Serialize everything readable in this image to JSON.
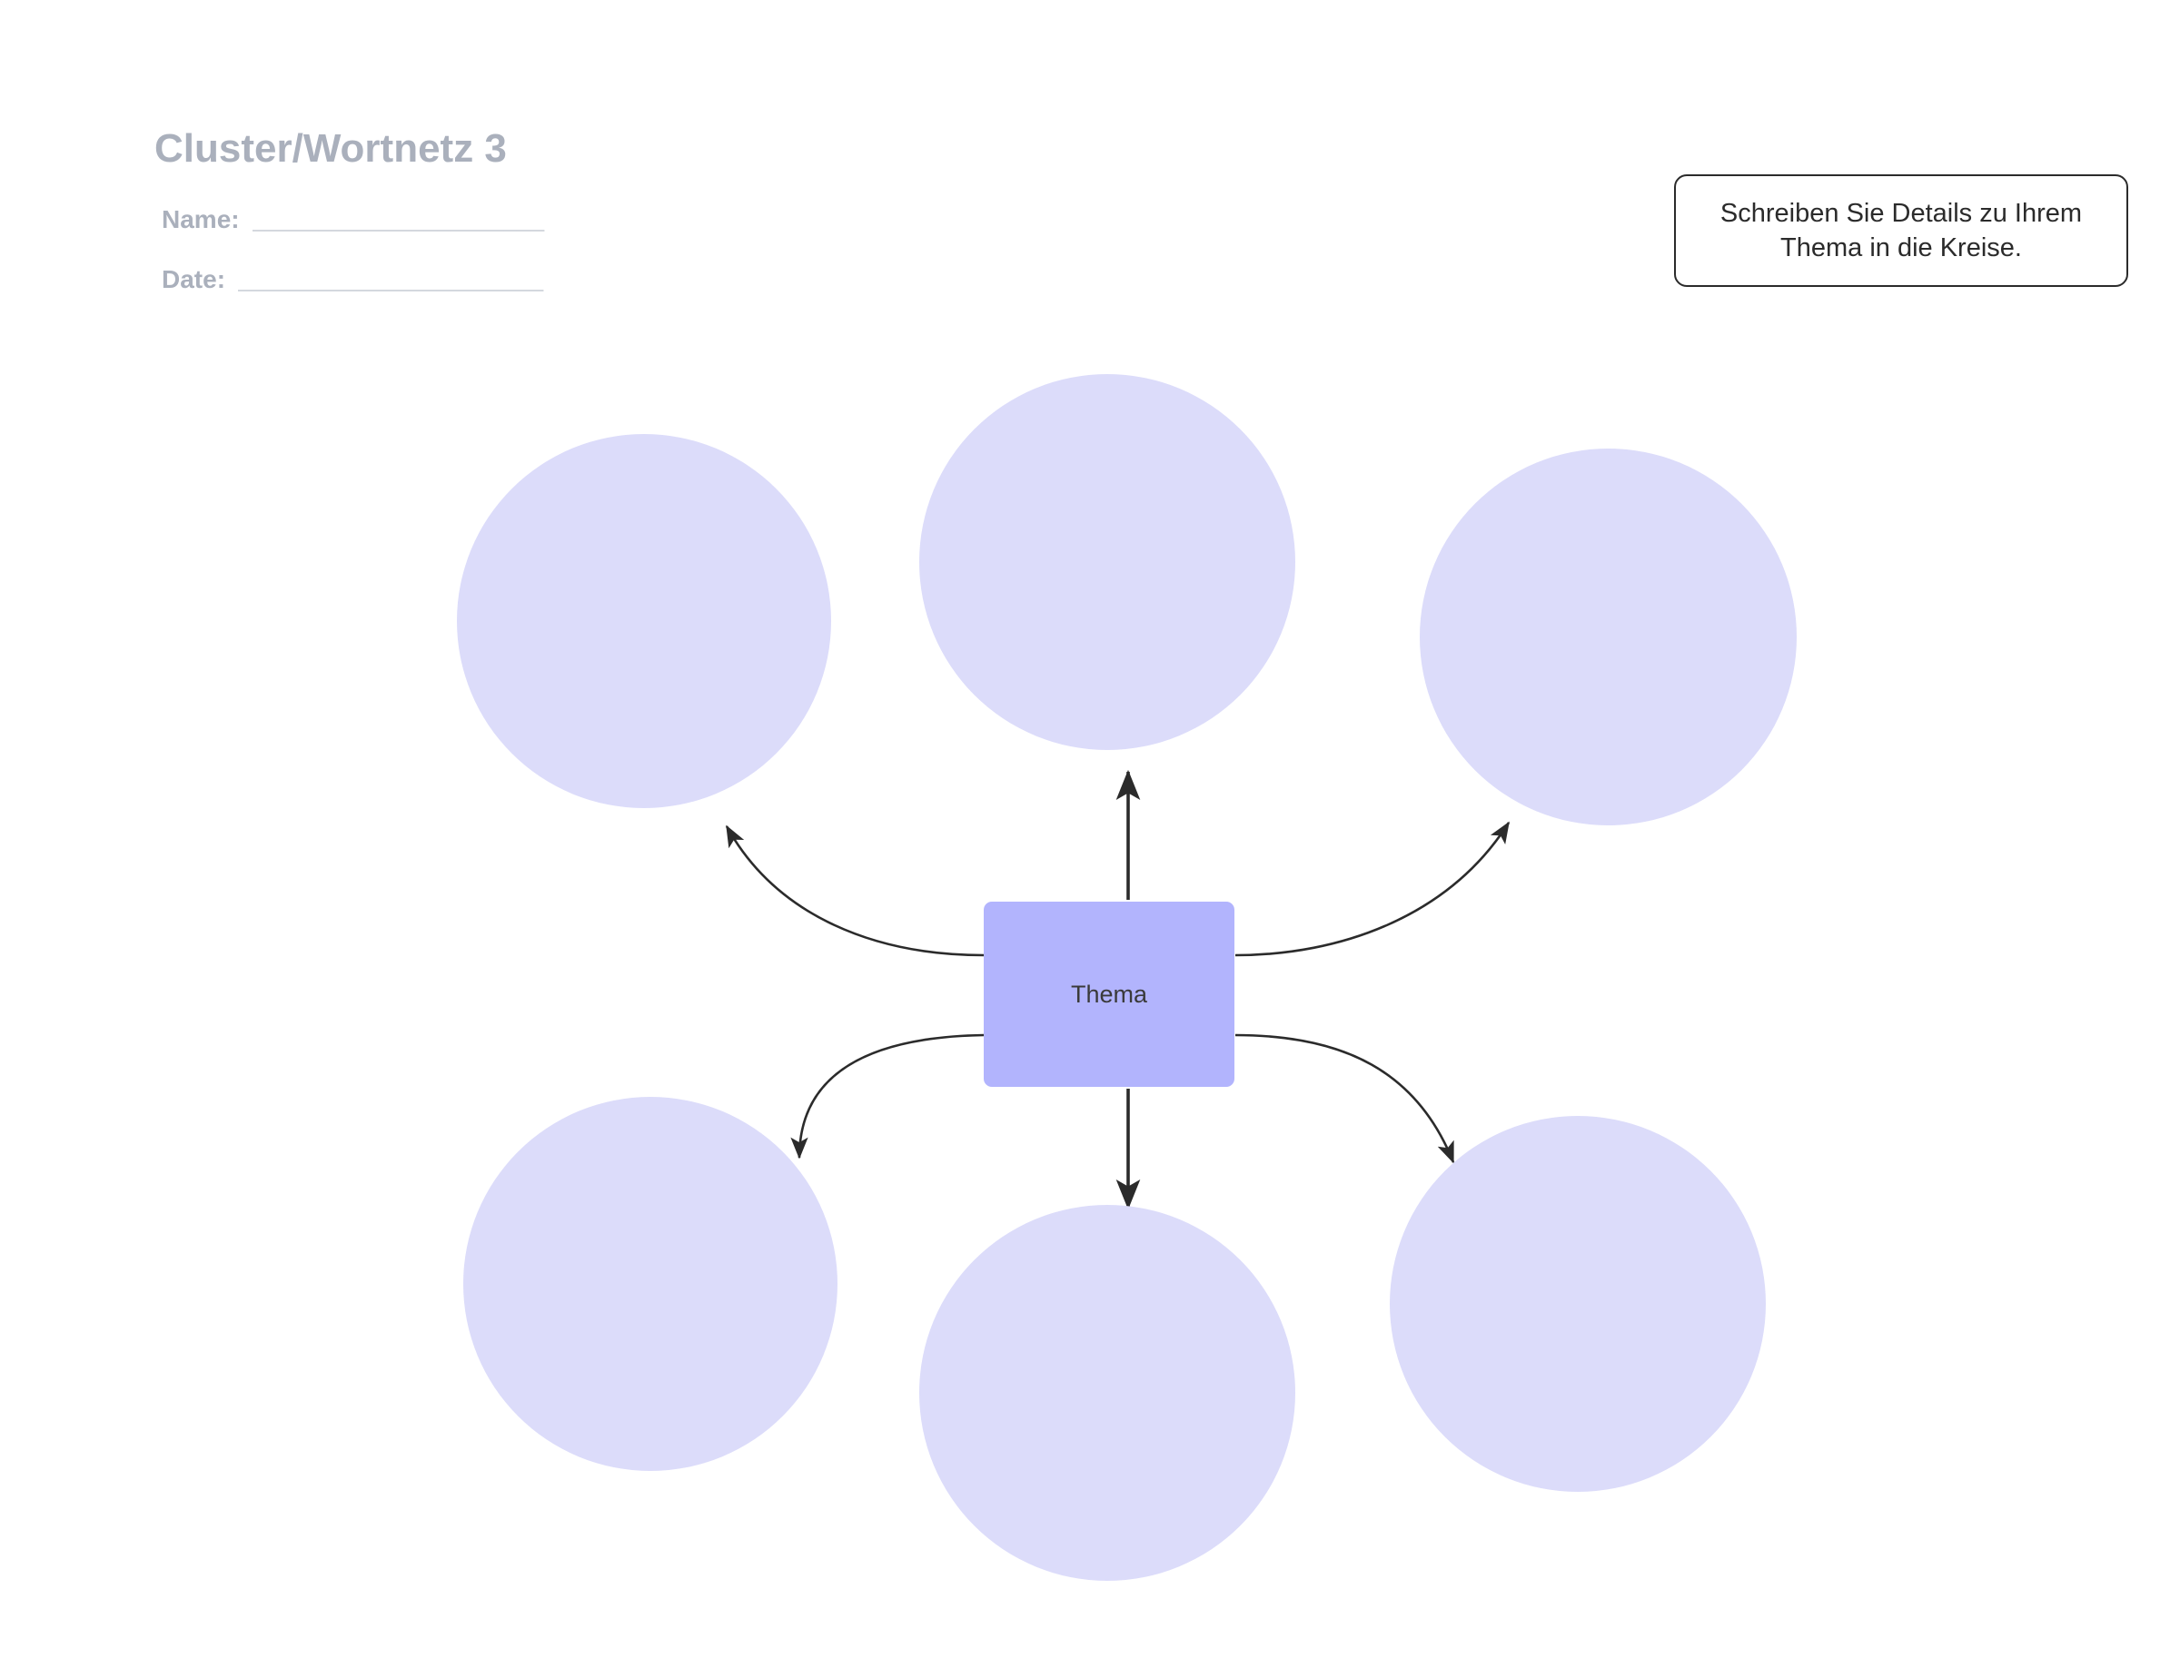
{
  "worksheet": {
    "title": "Cluster/Wortnetz 3",
    "fields": [
      {
        "label": "Name:",
        "rule": "______________________"
      },
      {
        "label": "Date:",
        "rule": "_______________________"
      }
    ],
    "instruction": "Schreiben Sie Details zu Ihrem Thema in die Kreise."
  },
  "diagram": {
    "center": {
      "label": "Thema",
      "color": "#b2b4fd"
    },
    "circle_color": "#dcdcfa",
    "arrow_color": "#2b2b2b",
    "nodes": [
      {
        "name": "top-left",
        "label": ""
      },
      {
        "name": "top-center",
        "label": ""
      },
      {
        "name": "top-right",
        "label": ""
      },
      {
        "name": "bottom-left",
        "label": ""
      },
      {
        "name": "bottom-center",
        "label": ""
      },
      {
        "name": "bottom-right",
        "label": ""
      }
    ]
  },
  "colors": {
    "title": "#aab0bc",
    "label": "#aab0bc",
    "ink": "#2b2b2b",
    "circle_fill": "#dcdcfa",
    "center_fill": "#b2b4fd",
    "background": "#ffffff"
  }
}
